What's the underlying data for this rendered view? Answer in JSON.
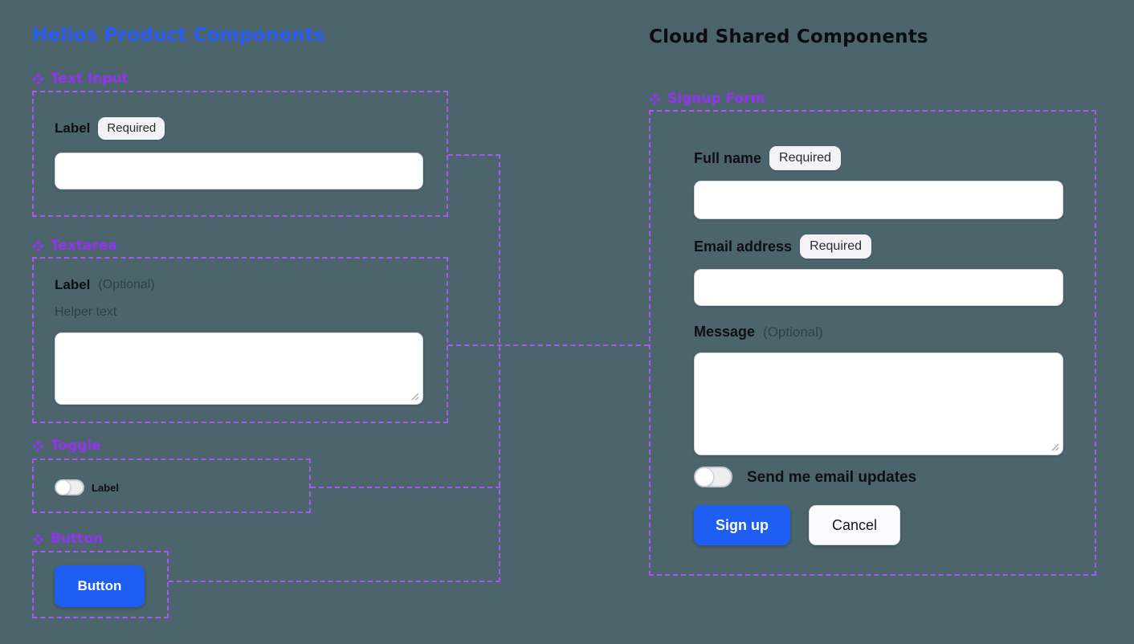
{
  "colors": {
    "background": "#4C656C",
    "left_title": "#2A5CF7",
    "right_title": "#0C0C12",
    "component_purple": "#9333F0",
    "connector_purple": "#A958F2",
    "primary_blue": "#1F5EF3",
    "badge_bg": "#F3F3F7"
  },
  "icons": {
    "component_marker": "four-diamonds",
    "resize_grip": "diagonal-lines"
  },
  "left": {
    "title": "Helios Product Components",
    "text_input": {
      "header": "Text Input",
      "label": "Label",
      "badge": "Required",
      "value": ""
    },
    "textarea": {
      "header": "Textarea",
      "label": "Label",
      "optional": "(Optional)",
      "helper": "Helper text",
      "value": ""
    },
    "toggle": {
      "header": "Toggle",
      "label": "Label",
      "state": "off"
    },
    "button": {
      "header": "Button",
      "button_label": "Button"
    }
  },
  "right": {
    "title": "Cloud Shared Components",
    "signup_form": {
      "header": "Signup Form",
      "full_name": {
        "label": "Full name",
        "badge": "Required",
        "value": ""
      },
      "email": {
        "label": "Email address",
        "badge": "Required",
        "value": ""
      },
      "message": {
        "label": "Message",
        "optional": "(Optional)",
        "value": ""
      },
      "updates_toggle": {
        "label": "Send me email updates",
        "state": "off"
      },
      "actions": {
        "primary": "Sign up",
        "secondary": "Cancel"
      }
    }
  }
}
